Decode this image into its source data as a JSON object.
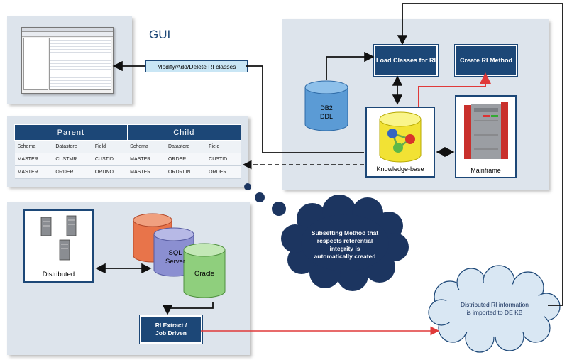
{
  "gui": {
    "title": "GUI"
  },
  "modify_label": "Modify/Add/Delete RI classes",
  "load_classes_label": "Load Classes for RI",
  "create_method_label": "Create RI Method",
  "db2": {
    "line1": "DB2",
    "line2": "DDL"
  },
  "knowledge_base_label": "Knowledge-base",
  "mainframe_label": "Mainframe",
  "table": {
    "groups": [
      "Parent",
      "Child"
    ],
    "columns": [
      "Schema",
      "Datastore",
      "Field",
      "Schema",
      "Datastore",
      "Field"
    ],
    "rows": [
      [
        "MASTER",
        "CUSTMR",
        "CUSTID",
        "MASTER",
        "ORDER",
        "CUSTID"
      ],
      [
        "MASTER",
        "ORDER",
        "ORDNO",
        "MASTER",
        "ORDRLIN",
        "ORDER"
      ]
    ]
  },
  "subset_cloud": {
    "line1": "Subsetting Method that",
    "line2": "respects referential",
    "line3": "integrity is",
    "line4": "automatically created"
  },
  "distributed_label": "Distributed",
  "sql_server": {
    "line1": "SQL",
    "line2": "Server"
  },
  "oracle_label": "Oracle",
  "ri_extract": {
    "line1": "RI Extract /",
    "line2": "Job Driven"
  },
  "import_cloud": {
    "line1": "Distributed RI information",
    "line2": "is imported to DE KB"
  },
  "colors": {
    "navy": "#1c4777",
    "panel": "#dde4ec",
    "red_arrow": "#e03a3a",
    "db2_blue": "#5b9bd5",
    "sql_purple": "#8b8fd1",
    "oracle_green": "#8fcf7d",
    "orange_db": "#e8744a",
    "kb_yellow": "#f2e234"
  }
}
